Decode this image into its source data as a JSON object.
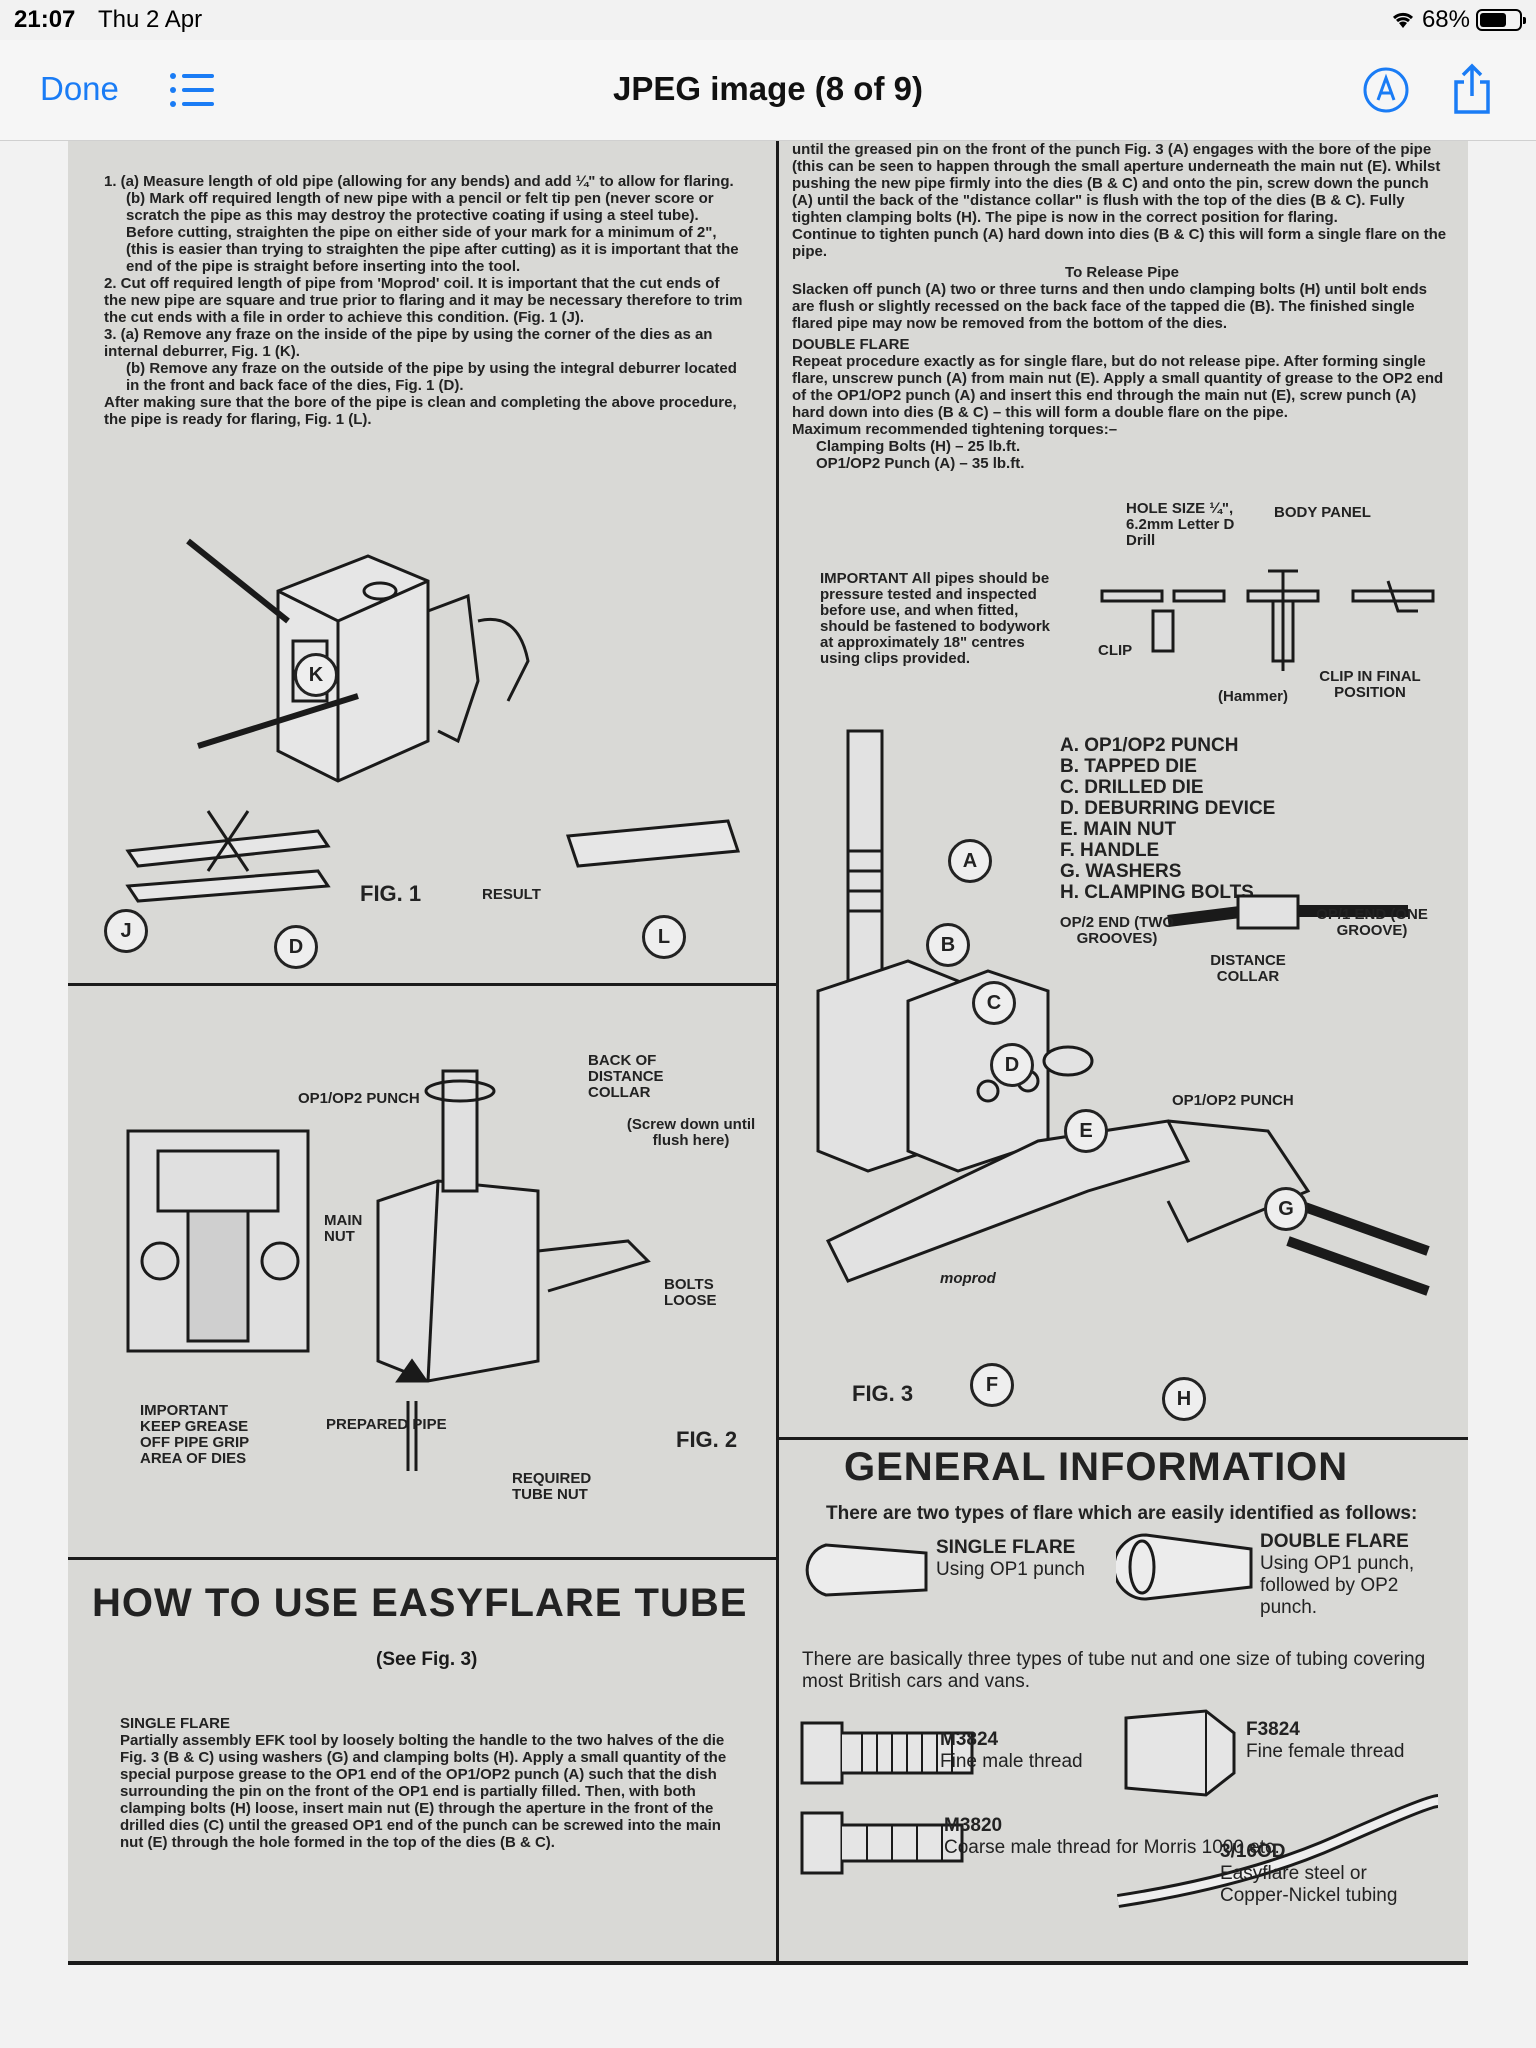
{
  "status": {
    "time": "21:07",
    "date": "Thu 2 Apr",
    "battery": "68%",
    "battery_level": 0.68
  },
  "nav": {
    "done": "Done",
    "title": "JPEG image (8 of 9)",
    "list_icon": "list-icon",
    "markup_icon": "markup-icon",
    "share_icon": "share-icon"
  },
  "doc": {
    "left_top": {
      "items": [
        "1. (a) Measure length of old pipe (allowing for any bends) and add ¼\" to allow for flaring.",
        "(b) Mark off required length of new pipe with a pencil or felt tip pen (never score or scratch the pipe as this may destroy the protective coating if using a steel tube). Before cutting, straighten the pipe on either side of your mark for a minimum of 2\", (this is easier than trying to straighten the pipe after cutting) as it is important that the end of the pipe is straight before inserting into the tool.",
        "2. Cut off required length of pipe from 'Moprod' coil. It is important that the cut ends of the new pipe are square and true prior to flaring and it may be necessary therefore to trim the cut ends with a file in order to achieve this condition. (Fig. 1 (J).",
        "3. (a) Remove any fraze on the inside of the pipe by using the corner of the dies as an internal deburrer, Fig. 1 (K).",
        "(b) Remove any fraze on the outside of the pipe by using the integral deburrer located in the front and back face of the dies, Fig. 1 (D).",
        "After making sure that the bore of the pipe is clean and completing the above procedure, the pipe is ready for flaring, Fig. 1 (L)."
      ],
      "fig1": "FIG. 1",
      "result": "RESULT",
      "circles": [
        "K",
        "J",
        "D",
        "L"
      ]
    },
    "fig2": {
      "label": "FIG. 2",
      "punch": "OP1/OP2 PUNCH",
      "back_collar": "BACK OF DISTANCE COLLAR",
      "screw": "(Screw down until flush here)",
      "main_nut": "MAIN NUT",
      "bolts": "BOLTS LOOSE",
      "important": "IMPORTANT KEEP GREASE OFF PIPE GRIP AREA OF DIES",
      "prepared": "PREPARED PIPE",
      "tube_nut": "REQUIRED TUBE NUT"
    },
    "howto": {
      "heading": "HOW TO USE EASYFLARE TUBE",
      "see": "(See Fig. 3)",
      "single_title": "SINGLE FLARE",
      "single_text": "Partially assembly EFK tool by loosely bolting the handle to the two halves of the die Fig. 3 (B & C) using washers (G) and clamping bolts (H). Apply a small quantity of the special purpose grease to the OP1 end of the OP1/OP2 punch (A) such that the dish surrounding the pin on the front of the OP1 end is partially filled. Then, with both clamping bolts (H) loose, insert main nut (E) through the aperture in the front of the drilled dies (C) until the greased OP1 end of the punch can be screwed into the main nut (E) through the hole formed in the top of the dies (B & C)."
    },
    "right_top": {
      "text1": "until the greased pin on the front of the punch Fig. 3 (A) engages with the bore of the pipe (this can be seen to happen through the small aperture underneath the main nut (E). Whilst pushing the new pipe firmly into the dies (B & C) and onto the pin, screw down the punch (A) until the back of the \"distance collar\" is flush with the top of the dies (B & C). Fully tighten clamping bolts (H). The pipe is now in the correct position for flaring.",
      "text2": "Continue to tighten punch (A) hard down into dies (B & C) this will form a single flare on the pipe.",
      "release_title": "To Release Pipe",
      "release_text": "Slacken off punch (A) two or three turns and then undo clamping bolts (H) until bolt ends are flush or slightly recessed on the back face of the tapped die (B). The finished single flared pipe may now be removed from the bottom of the dies.",
      "double_title": "DOUBLE FLARE",
      "double_text": "Repeat procedure exactly as for single flare, but do not release pipe. After forming single flare, unscrew punch (A) from main nut (E). Apply a small quantity of grease to the OP2 end of the OP1/OP2 punch (A) and insert this end through the main nut (E), screw punch (A) hard down into dies (B & C) – this will form a double flare on the pipe.",
      "torque_title": "Maximum recommended tightening torques:–",
      "torque1": "Clamping Bolts (H)  – 25 lb.ft.",
      "torque2": "OP1/OP2 Punch (A)  – 35 lb.ft.",
      "hole_size": "HOLE SIZE ¼\", 6.2mm Letter D Drill",
      "body_panel": "BODY PANEL",
      "important": "IMPORTANT All pipes should be pressure tested and inspected before use, and when fitted, should be fastened to bodywork at approximately 18\" centres using clips provided.",
      "clip": "CLIP",
      "hammer": "(Hammer)",
      "clip_final": "CLIP IN FINAL POSITION"
    },
    "parts": [
      "A. OP1/OP2 PUNCH",
      "B. TAPPED DIE",
      "C. DRILLED DIE",
      "D. DEBURRING DEVICE",
      "E. MAIN NUT",
      "F. HANDLE",
      "G. WASHERS",
      "H. CLAMPING BOLTS"
    ],
    "fig3": {
      "label": "FIG. 3",
      "op2_end": "OP/2 END (TWO GROOVES)",
      "op1_end": "OP/1 END (ONE GROOVE)",
      "distance_collar": "DISTANCE COLLAR",
      "punch": "OP1/OP2 PUNCH",
      "circles": [
        "A",
        "B",
        "C",
        "D",
        "E",
        "F",
        "G",
        "H"
      ],
      "handle_mark": "moprod"
    },
    "general": {
      "heading": "GENERAL INFORMATION",
      "intro": "There are two types of flare which are easily identified as follows:",
      "single_title": "SINGLE FLARE",
      "single_sub": "Using OP1 punch",
      "double_title": "DOUBLE FLARE",
      "double_sub": "Using OP1 punch, followed by OP2 punch.",
      "types_text": "There are basically three types of tube nut and one size of tubing covering most British cars and vans.",
      "m3824": "M3824",
      "m3824_sub": "Fine male thread",
      "f3824": "F3824",
      "f3824_sub": "Fine female thread",
      "m3820": "M3820",
      "m3820_sub": "Coarse male thread for Morris 1000 etc.",
      "tube": "3/16OD",
      "tube_sub": "Easyflare steel or Copper-Nickel tubing"
    }
  }
}
